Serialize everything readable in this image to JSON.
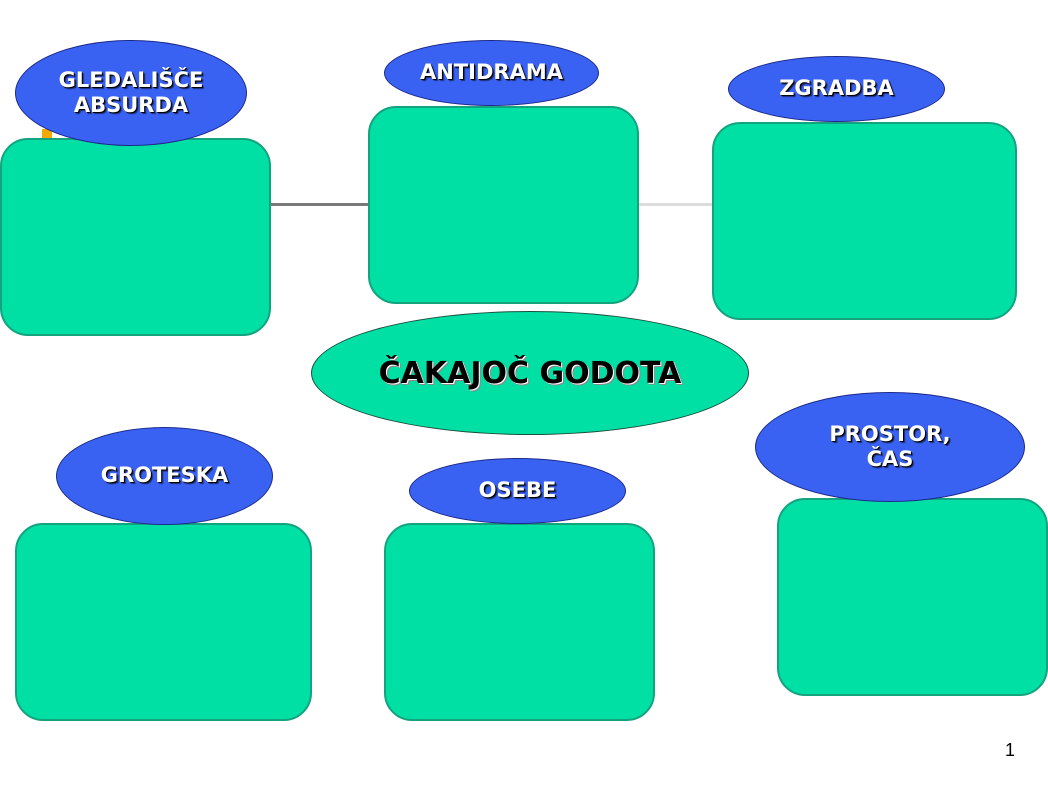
{
  "diagram": {
    "center_title": "ČAKAJOČ GODOTA",
    "nodes": [
      {
        "id": "gledalisce-absurda",
        "label": "GLEDALIŠČE\nABSURDA"
      },
      {
        "id": "antidrama",
        "label": "ANTIDRAMA"
      },
      {
        "id": "zgradba",
        "label": "ZGRADBA"
      },
      {
        "id": "groteska",
        "label": "GROTESKA"
      },
      {
        "id": "osebe",
        "label": "OSEBE"
      },
      {
        "id": "prostor-cas",
        "label": "PROSTOR,\nČAS"
      }
    ]
  },
  "colors": {
    "box_fill": "#00e0a4",
    "label_fill": "#3a62f2",
    "accent": "#f2a900"
  },
  "page_number": "1"
}
